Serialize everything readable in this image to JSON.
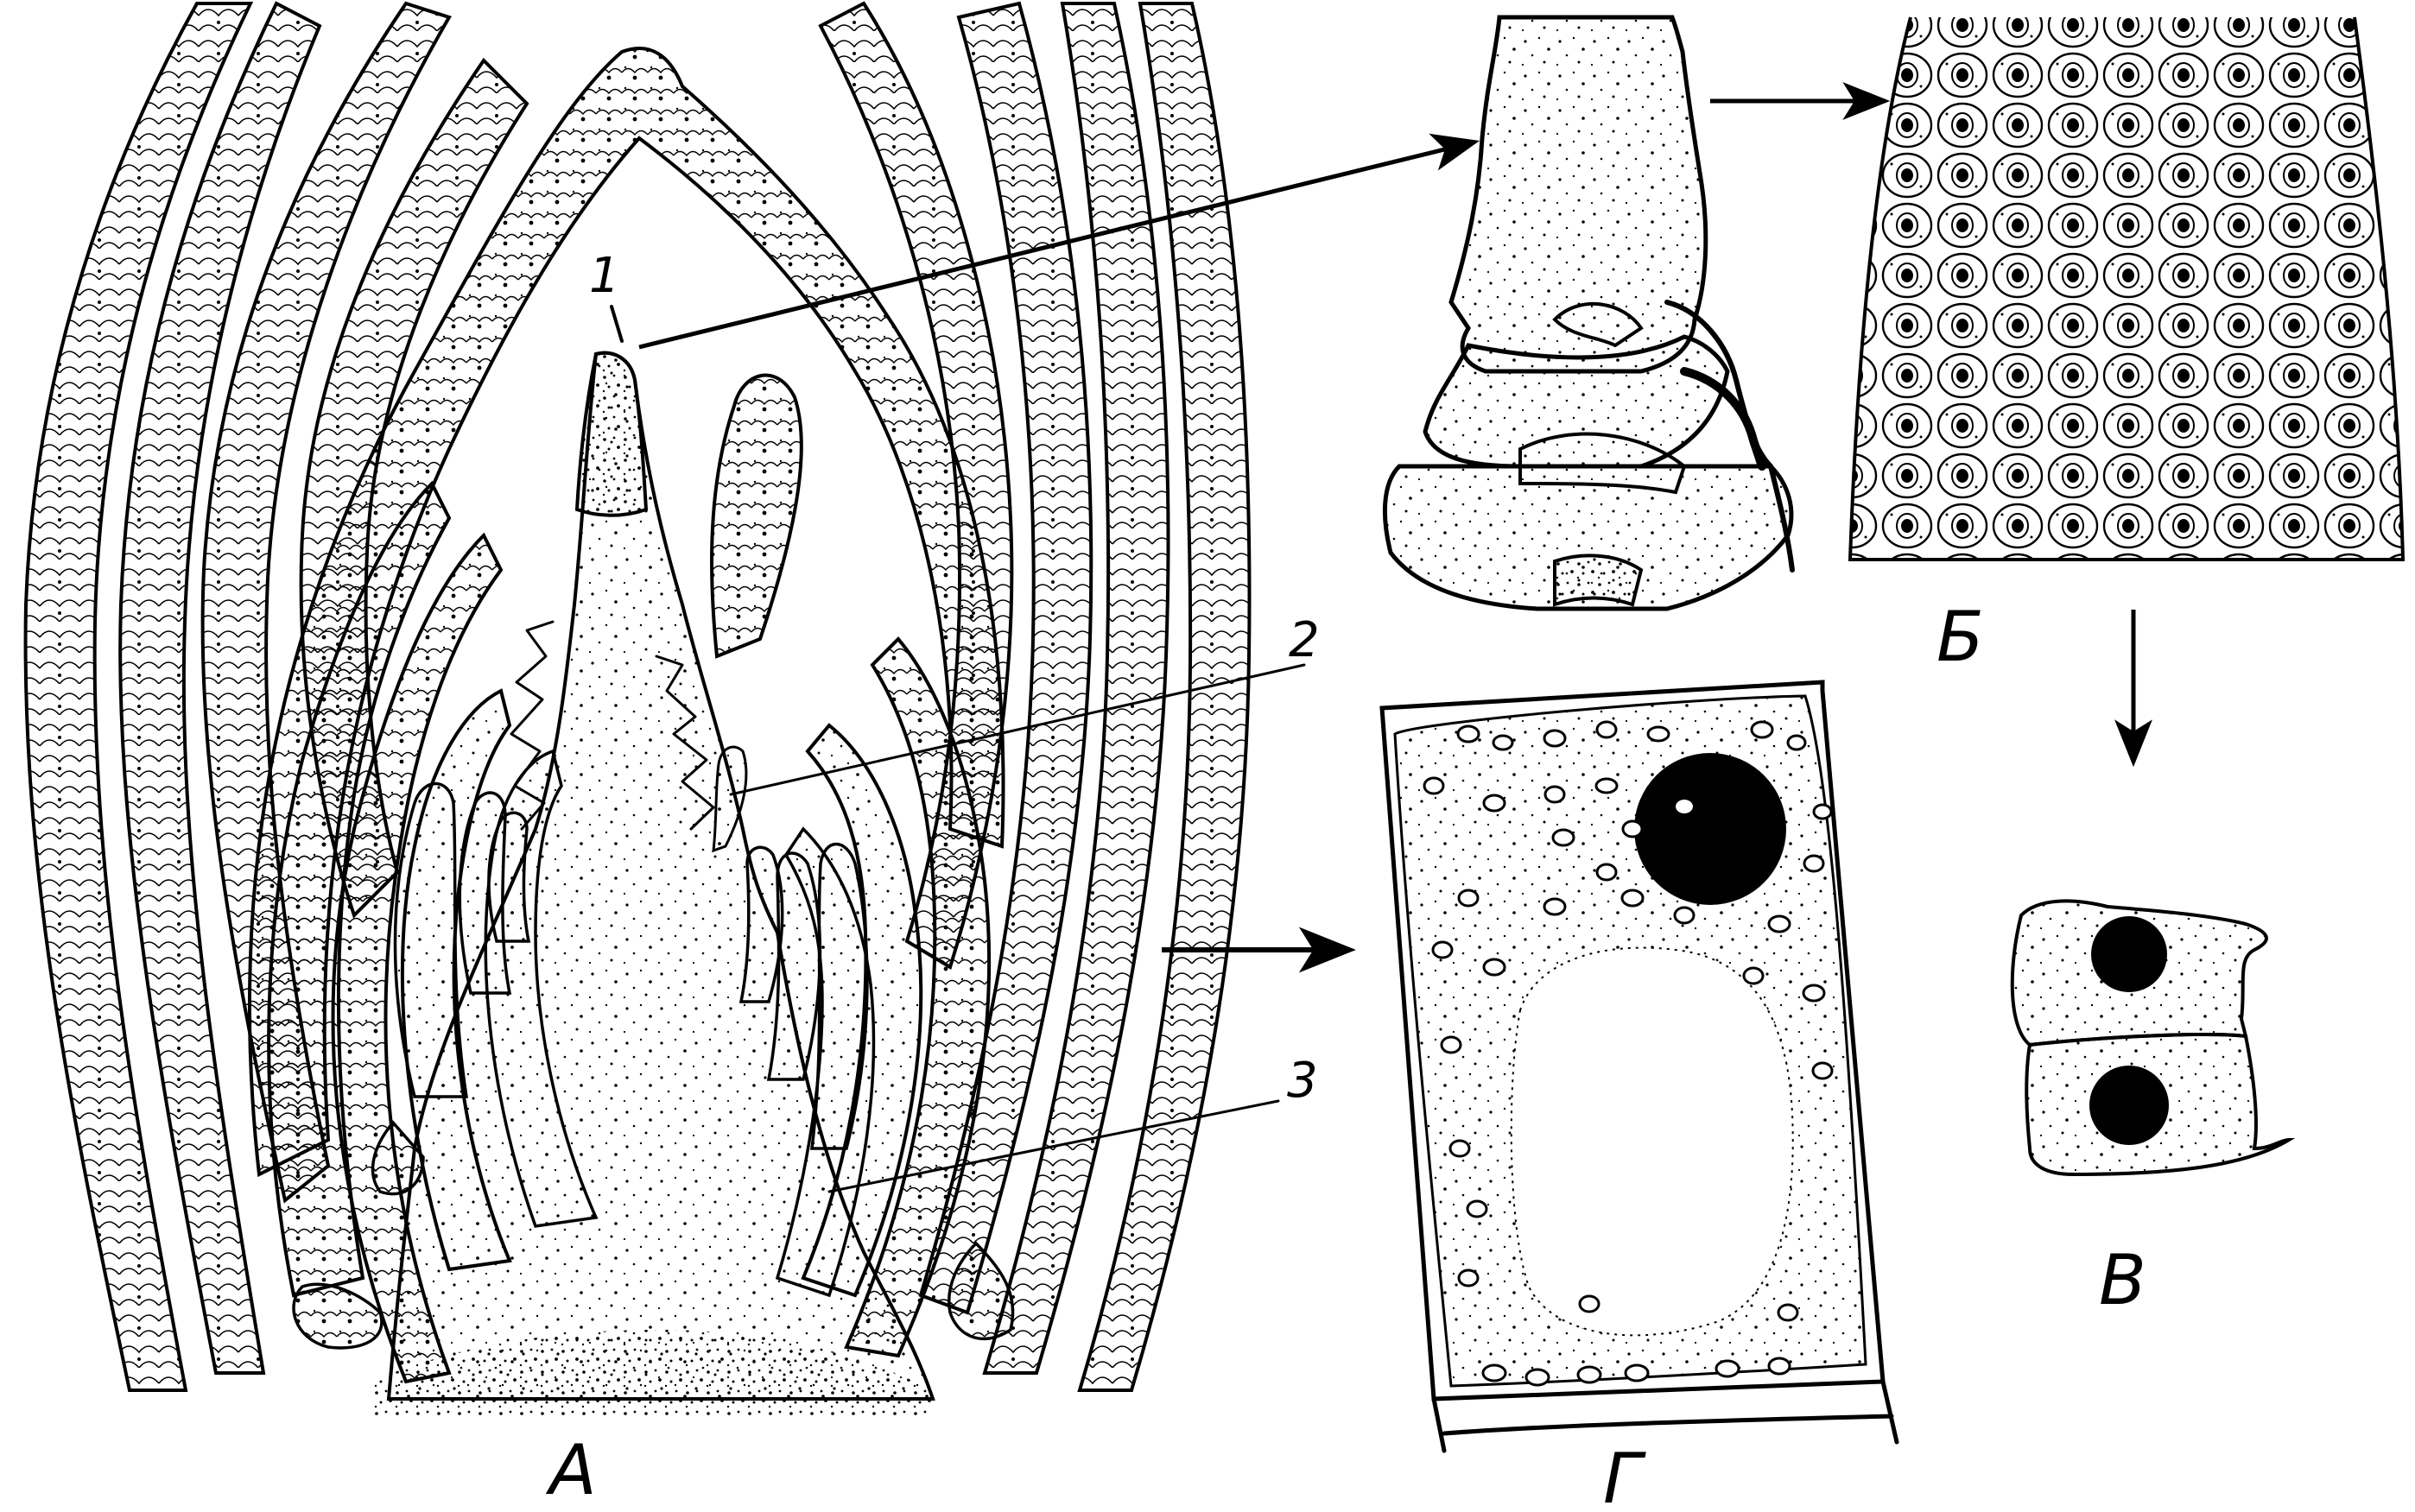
{
  "panels": {
    "a": {
      "label": "А"
    },
    "b": {
      "label": "Б"
    },
    "v": {
      "label": "В"
    },
    "g": {
      "label": "Г"
    }
  },
  "callouts": [
    {
      "number": "1"
    },
    {
      "number": "2"
    },
    {
      "number": "3"
    }
  ]
}
